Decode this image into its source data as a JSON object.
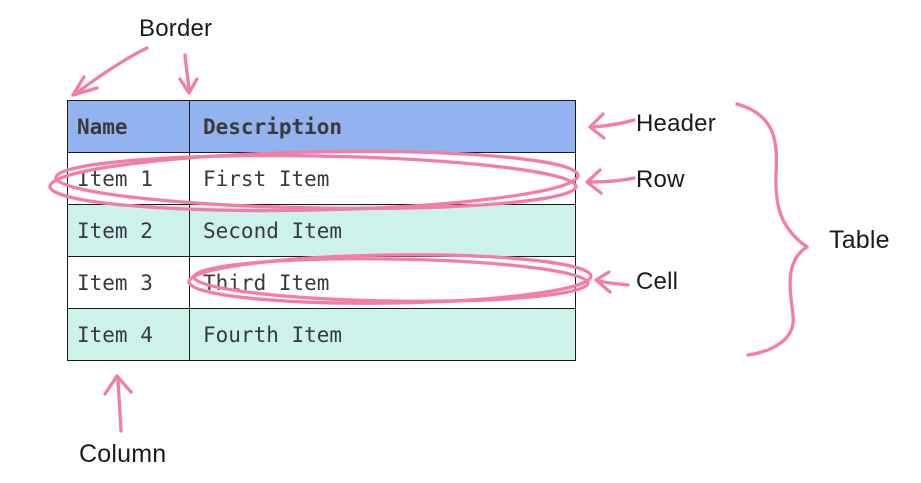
{
  "table": {
    "columns": [
      "Name",
      "Description"
    ],
    "rows": [
      {
        "name": "Item 1",
        "description": "First Item"
      },
      {
        "name": "Item 2",
        "description": "Second Item"
      },
      {
        "name": "Item 3",
        "description": "Third Item"
      },
      {
        "name": "Item 4",
        "description": "Fourth Item"
      }
    ]
  },
  "annotations": {
    "border_label": "Border",
    "header_label": "Header",
    "row_label": "Row",
    "cell_label": "Cell",
    "table_label": "Table",
    "column_label": "Column"
  },
  "colors": {
    "canvas_bg": "#ffffff",
    "header_bg": "#93b2f0",
    "stripe_bg": "#ccf2e9",
    "row_bg": "#ffffff",
    "border_color": "#1c1c1c",
    "cell_text": "#3a3a3a",
    "label_text": "#1b1b1b",
    "annotation_pink": "#f47da6"
  }
}
